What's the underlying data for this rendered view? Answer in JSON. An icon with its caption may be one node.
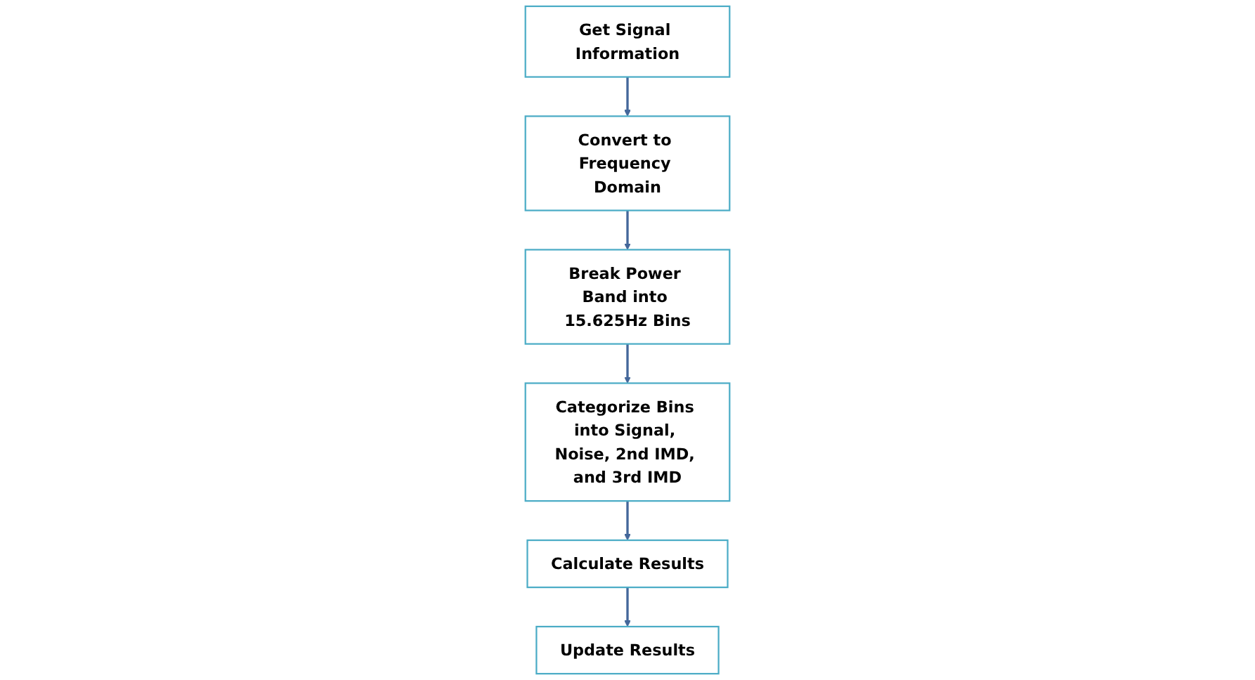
{
  "diagram": {
    "nodes": [
      {
        "text": [
          "Get Signal Information"
        ]
      },
      {
        "text": [
          "Convert to Frequency Domain"
        ]
      },
      {
        "text": [
          "Break Power Band into 15.625Hz Bins"
        ]
      },
      {
        "text": [
          "Categorize Bins into Signal, Noise, 2nd IMD, and 3rd IMD"
        ]
      },
      {
        "text": [
          "Calculate Results"
        ]
      },
      {
        "text": [
          "Update Results"
        ]
      }
    ],
    "edges": [
      {
        "from": 0,
        "to": 1,
        "arrow": "to"
      },
      {
        "from": 1,
        "to": 2,
        "arrow": "to"
      },
      {
        "from": 2,
        "to": 3,
        "arrow": "to"
      },
      {
        "from": 3,
        "to": 4,
        "arrow": "to"
      },
      {
        "from": 4,
        "to": 5,
        "arrow": "to"
      }
    ]
  }
}
